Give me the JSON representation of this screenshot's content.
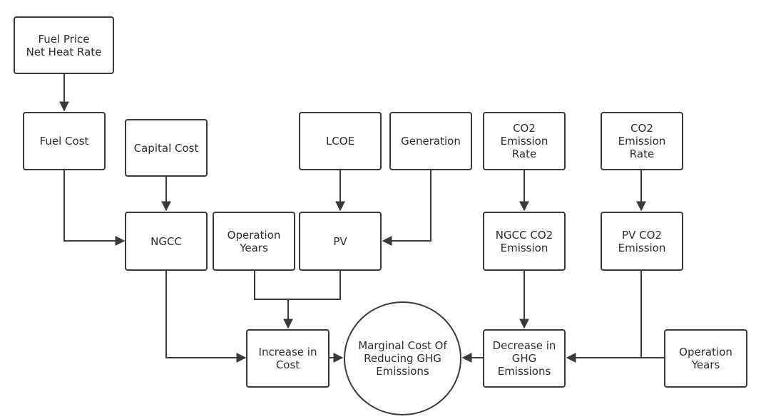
{
  "diagram": {
    "nodes": {
      "fuel_price": "Fuel Price\nNet Heat Rate",
      "fuel_cost": "Fuel Cost",
      "capital_cost": "Capital Cost",
      "lcoe": "LCOE",
      "generation": "Generation",
      "co2_rate_ngcc": "CO2\nEmission\nRate",
      "co2_rate_pv": "CO2\nEmission\nRate",
      "ngcc": "NGCC",
      "operation_years_left": "Operation\nYears",
      "pv": "PV",
      "ngcc_co2": "NGCC CO2\nEmission",
      "pv_co2": "PV CO2\nEmission",
      "increase_cost": "Increase in\nCost",
      "marginal_cost": "Marginal Cost Of\nReducing GHG\nEmissions",
      "decrease_ghg": "Decrease in\nGHG\nEmissions",
      "operation_years_right": "Operation\nYears"
    },
    "edges": [
      {
        "from": "fuel_price",
        "to": "fuel_cost"
      },
      {
        "from": "fuel_cost",
        "to": "ngcc"
      },
      {
        "from": "capital_cost",
        "to": "ngcc"
      },
      {
        "from": "lcoe",
        "to": "pv"
      },
      {
        "from": "generation",
        "to": "pv"
      },
      {
        "from": "co2_rate_ngcc",
        "to": "ngcc_co2"
      },
      {
        "from": "co2_rate_pv",
        "to": "pv_co2"
      },
      {
        "from": "ngcc",
        "to": "increase_cost"
      },
      {
        "from": "operation_years_left",
        "to": "increase_cost"
      },
      {
        "from": "pv",
        "to": "increase_cost"
      },
      {
        "from": "increase_cost",
        "to": "marginal_cost"
      },
      {
        "from": "ngcc_co2",
        "to": "decrease_ghg"
      },
      {
        "from": "pv_co2",
        "to": "decrease_ghg"
      },
      {
        "from": "operation_years_right",
        "to": "decrease_ghg"
      },
      {
        "from": "decrease_ghg",
        "to": "marginal_cost"
      }
    ],
    "colors": {
      "stroke": "#3a3a3a",
      "text": "#2b2b2b",
      "fill": "#ffffff"
    }
  }
}
